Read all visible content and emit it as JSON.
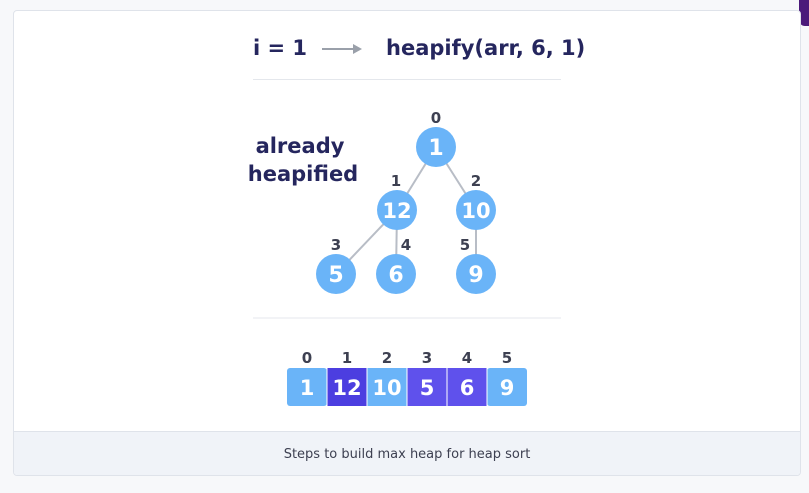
{
  "header": {
    "left": "i = 1",
    "right": "heapify(arr, 6, 1)"
  },
  "side_label": {
    "line1": "already",
    "line2": "heapified"
  },
  "tree": {
    "nodes": [
      {
        "index": "0",
        "value": "1"
      },
      {
        "index": "1",
        "value": "12"
      },
      {
        "index": "2",
        "value": "10"
      },
      {
        "index": "3",
        "value": "5"
      },
      {
        "index": "4",
        "value": "6"
      },
      {
        "index": "5",
        "value": "9"
      }
    ]
  },
  "array": {
    "cells": [
      {
        "index": "0",
        "value": "1",
        "color": "#6ab4f8"
      },
      {
        "index": "1",
        "value": "12",
        "color": "#4c3ee0"
      },
      {
        "index": "2",
        "value": "10",
        "color": "#6ab4f8"
      },
      {
        "index": "3",
        "value": "5",
        "color": "#5f51ec"
      },
      {
        "index": "4",
        "value": "6",
        "color": "#5f51ec"
      },
      {
        "index": "5",
        "value": "9",
        "color": "#6ab4f8"
      }
    ]
  },
  "colors": {
    "node": "#6ab4f8",
    "title": "#25265e",
    "label": "#3d4051",
    "edge": "#b8bdc6"
  },
  "caption": "Steps to build max heap for heap sort"
}
